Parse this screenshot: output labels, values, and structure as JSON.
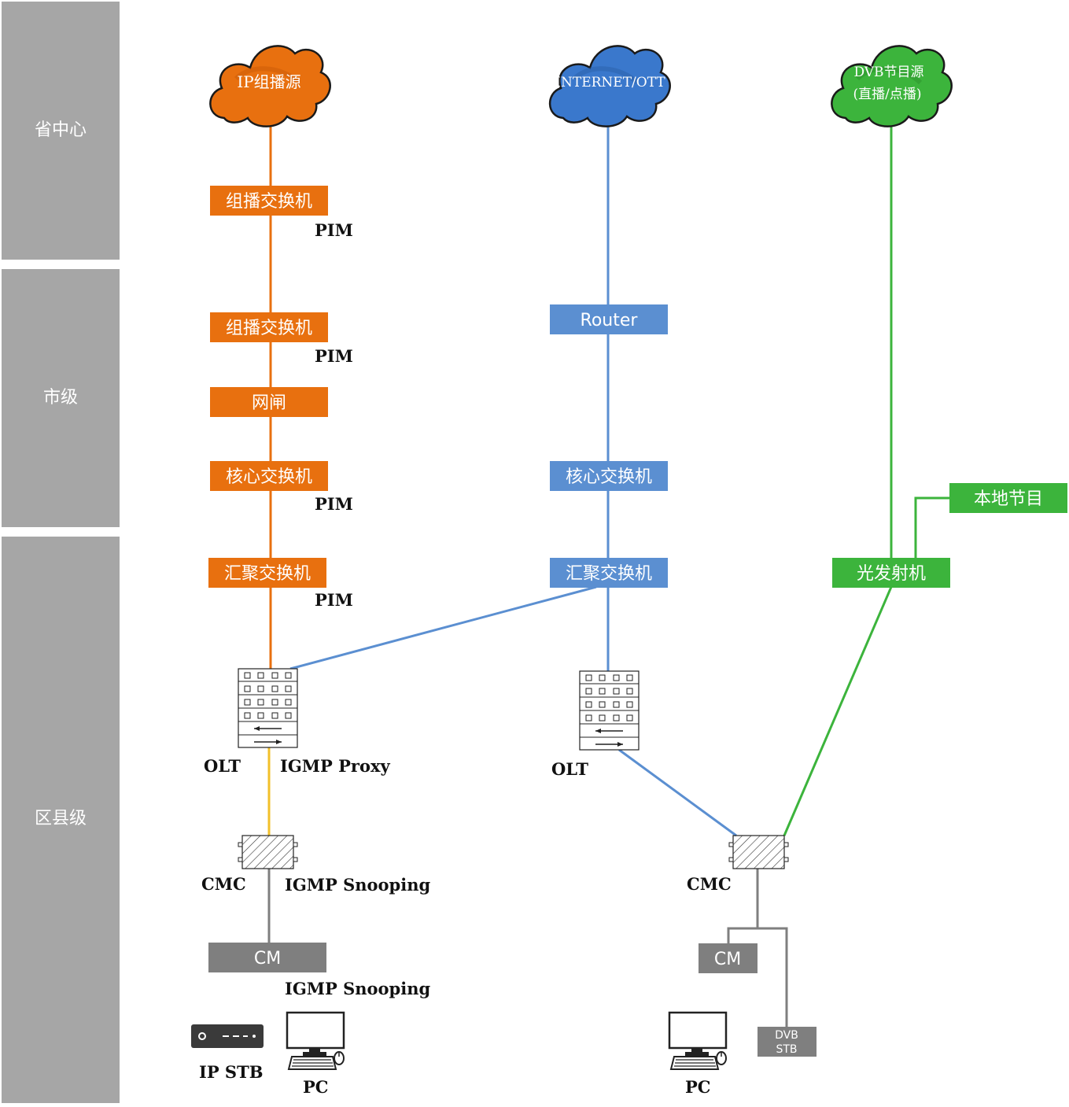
{
  "colors": {
    "tier_bg": "#a6a6a6",
    "orange": "#e8700f",
    "blue": "#5b8fd1",
    "blue_cloud": "#3a78cc",
    "green": "#3cb43c",
    "yellow": "#f2c02a",
    "gray_box": "#7f7f7f",
    "gray_line": "#7f7f7f"
  },
  "tiers": [
    {
      "label": "省中心"
    },
    {
      "label": "市级"
    },
    {
      "label": "区县级"
    }
  ],
  "clouds": {
    "ip_multicast": {
      "label": "IP组播源",
      "icon": "cloud-icon"
    },
    "internet": {
      "label": "INTERNET/OTT",
      "icon": "cloud-icon"
    },
    "dvb": {
      "line1": "DVB节目源",
      "line2": "(直播/点播)",
      "icon": "cloud-icon"
    }
  },
  "orange_chain": {
    "multicast_switch_1": "组播交换机",
    "multicast_switch_2": "组播交换机",
    "gateway": "网闸",
    "core_switch": "核心交换机",
    "aggregation_switch": "汇聚交换机"
  },
  "blue_chain": {
    "router": "Router",
    "core_switch": "核心交换机",
    "aggregation_switch": "汇聚交换机"
  },
  "green_chain": {
    "local_program": "本地节目",
    "optical_transmitter": "光发射机"
  },
  "annotations": {
    "pim_1": "PIM",
    "pim_2": "PIM",
    "pim_3": "PIM",
    "pim_4": "PIM",
    "olt_left": "OLT",
    "igmp_proxy": "IGMP Proxy",
    "olt_right": "OLT",
    "cmc_left": "CMC",
    "igmp_snooping_1": "IGMP Snooping",
    "cmc_right": "CMC",
    "igmp_snooping_2": "IGMP Snooping",
    "ip_stb": "IP STB",
    "pc_left": "PC",
    "pc_right": "PC"
  },
  "gray_boxes": {
    "cm_left": "CM",
    "cm_right": "CM",
    "dvb_stb_line1": "DVB",
    "dvb_stb_line2": "STB"
  },
  "icons": [
    "olt-icon",
    "cmc-icon",
    "set-top-box-icon",
    "pc-icon",
    "cloud-icon"
  ]
}
